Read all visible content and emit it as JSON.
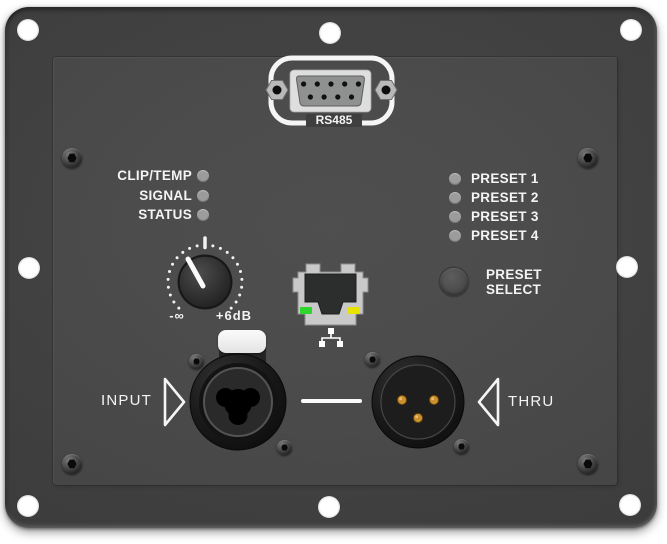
{
  "device": {
    "rs485": {
      "label": "RS485"
    },
    "status_leds": [
      {
        "label": "CLIP/TEMP"
      },
      {
        "label": "SIGNAL"
      },
      {
        "label": "STATUS"
      }
    ],
    "preset_leds": [
      {
        "label": "PRESET 1"
      },
      {
        "label": "PRESET 2"
      },
      {
        "label": "PRESET 3"
      },
      {
        "label": "PRESET 4"
      }
    ],
    "preset_button": {
      "line1": "PRESET",
      "line2": "SELECT"
    },
    "gain_knob": {
      "min_label": "-∞",
      "max_label": "+6dB"
    },
    "input": {
      "label": "INPUT"
    },
    "thru": {
      "label": "THRU"
    },
    "colors": {
      "panel": "#414141",
      "unlit_led": "#9c9c9c",
      "link_led_green": "#2fd52f",
      "link_led_yellow": "#e8e400",
      "xlr_pin_gold": "#c9922f"
    }
  }
}
